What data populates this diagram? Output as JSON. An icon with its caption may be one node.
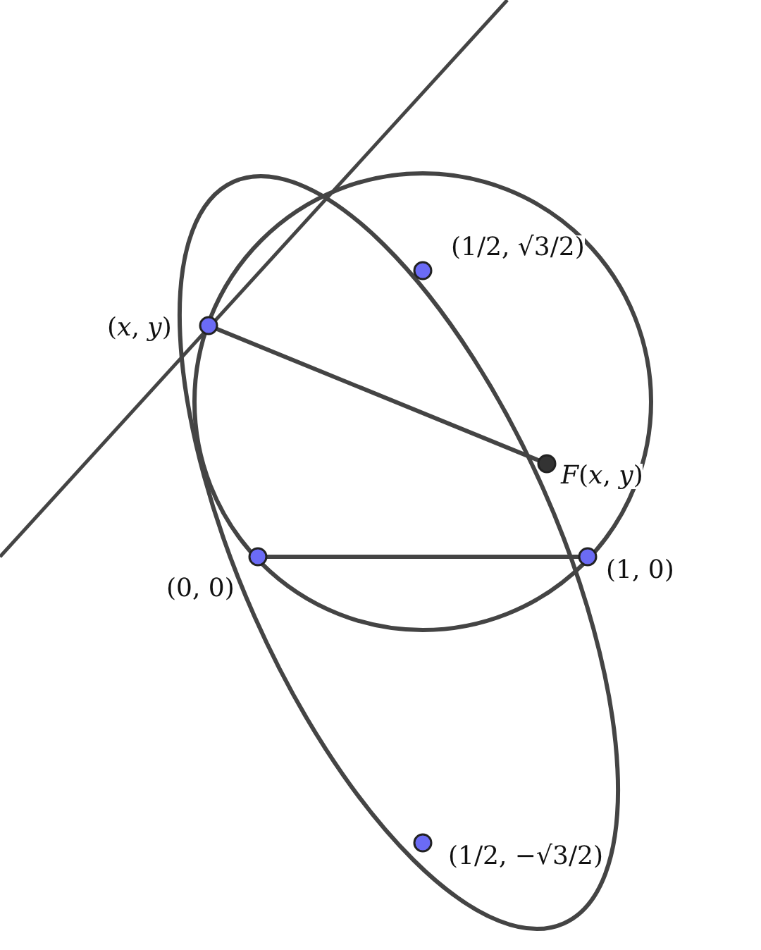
{
  "diagram": {
    "nodes": [
      {
        "text": [],
        "shape": "circle",
        "beside": [
          "(1/2, √3/2)"
        ]
      },
      {
        "text": [],
        "shape": "circle",
        "beside": [
          "(*x*, *y*)"
        ]
      },
      {
        "text": [],
        "shape": "circle",
        "beside": [
          "*F*(*x*, *y*)"
        ]
      },
      {
        "text": [],
        "shape": "circle",
        "beside": [
          "(0, 0)"
        ]
      },
      {
        "text": [],
        "shape": "circle",
        "beside": [
          "(1, 0)"
        ]
      },
      {
        "text": [],
        "shape": "circle",
        "beside": [
          "(1/2, −√3/2)"
        ]
      }
    ],
    "edges": [
      {
        "from": 1,
        "to": 2,
        "arrow": "none"
      },
      {
        "from": 3,
        "to": 4,
        "arrow": "none"
      }
    ]
  }
}
